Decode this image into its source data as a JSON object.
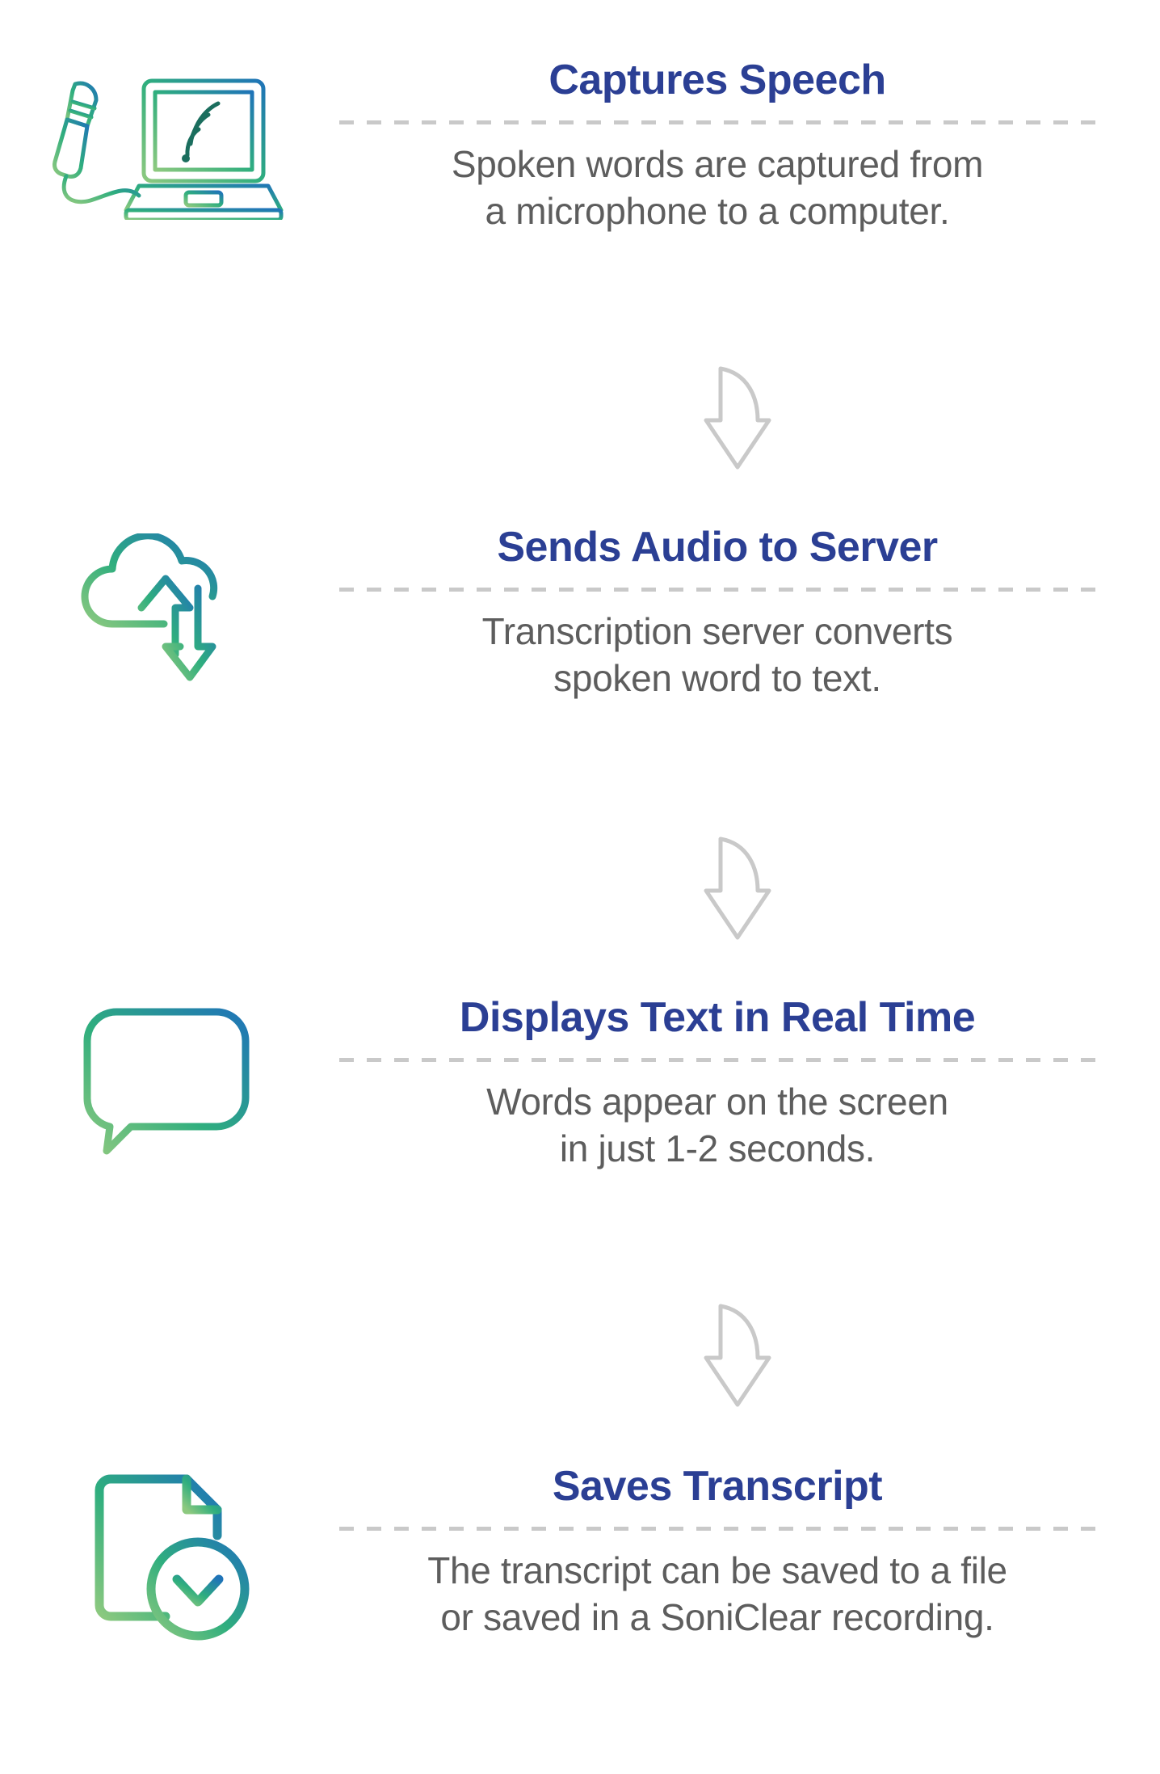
{
  "infographic": {
    "colors": {
      "title": "#2b3f94",
      "body_text": "#5d5d5d",
      "divider": "#c9c9c9",
      "arrow": "#c9c9c9",
      "gradient_start": "#8dc97f",
      "gradient_mid": "#2fae7e",
      "gradient_end": "#1f74b8",
      "background": "#ffffff"
    },
    "steps": [
      {
        "icon": "laptop-microphone-icon",
        "title": "Captures Speech",
        "description_line1": "Spoken words are captured from",
        "description_line2": "a microphone to a computer."
      },
      {
        "icon": "cloud-upload-download-icon",
        "title": "Sends Audio to Server",
        "description_line1": "Transcription server converts",
        "description_line2": "spoken word to text."
      },
      {
        "icon": "speech-bubble-text-icon",
        "title": "Displays Text in Real Time",
        "description_line1": "Words appear on the screen",
        "description_line2": "in just 1-2 seconds."
      },
      {
        "icon": "document-check-icon",
        "title": "Saves Transcript",
        "description_line1": "The transcript can be saved to a file",
        "description_line2": "or saved in a SoniClear recording."
      }
    ],
    "connectors": [
      {
        "icon": "down-arrow-icon"
      },
      {
        "icon": "down-arrow-icon"
      },
      {
        "icon": "down-arrow-icon"
      }
    ]
  }
}
